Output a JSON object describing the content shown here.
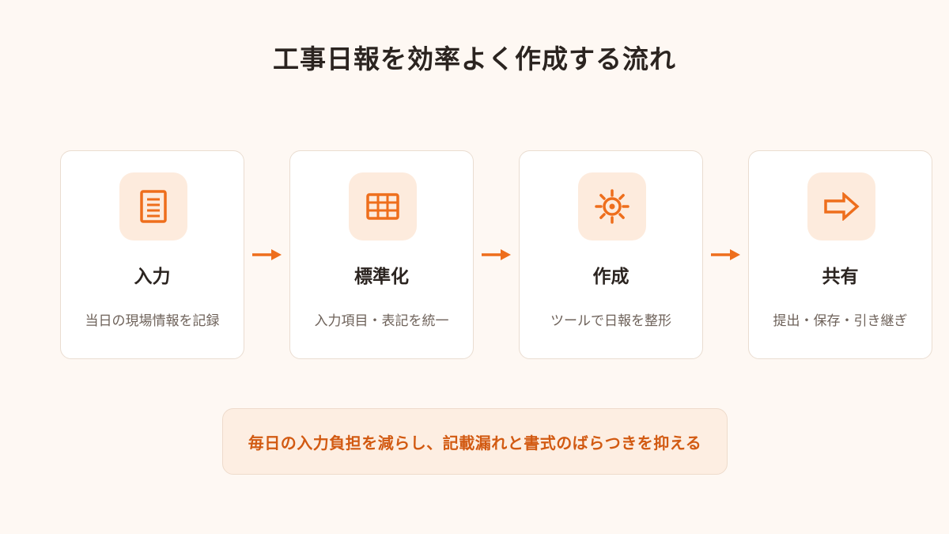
{
  "title": "工事日報を効率よく作成する流れ",
  "accent_color": "#EE6E1C",
  "steps": [
    {
      "title": "入力",
      "desc": "当日の現場情報を記録",
      "icon": "document-icon"
    },
    {
      "title": "標準化",
      "desc": "入力項目・表記を統一",
      "icon": "table-grid-icon"
    },
    {
      "title": "作成",
      "desc": "ツールで日報を整形",
      "icon": "gear-icon"
    },
    {
      "title": "共有",
      "desc": "提出・保存・引き継ぎ",
      "icon": "arrow-right-icon"
    }
  ],
  "note": "毎日の入力負担を減らし、記載漏れと書式のばらつきを抑える"
}
